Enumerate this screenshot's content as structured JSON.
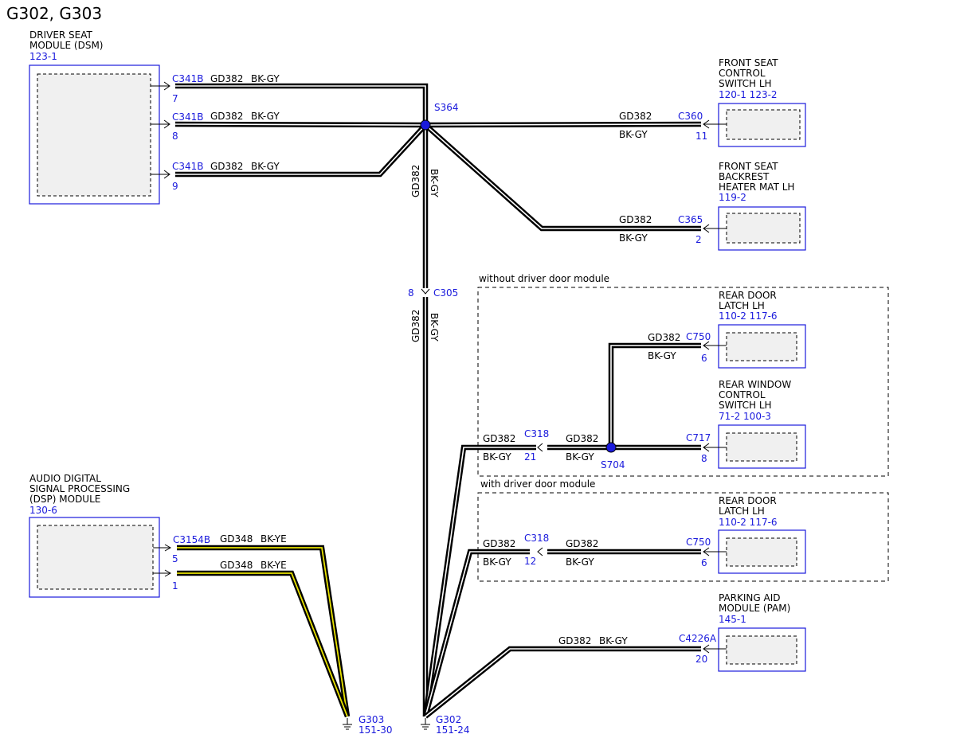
{
  "title": "G302, G303",
  "modules": {
    "dsm": {
      "lines": [
        "DRIVER SEAT",
        "MODULE (DSM)"
      ],
      "ref": "123-1"
    },
    "fscs": {
      "lines": [
        "FRONT SEAT",
        "CONTROL",
        "SWITCH LH"
      ],
      "ref": "120-1 123-2"
    },
    "fsbh": {
      "lines": [
        "FRONT SEAT",
        "BACKREST",
        "HEATER MAT LH"
      ],
      "ref": "119-2"
    },
    "rdl1": {
      "lines": [
        "REAR DOOR",
        "LATCH LH"
      ],
      "ref": "110-2 117-6"
    },
    "rwcs": {
      "lines": [
        "REAR WINDOW",
        "CONTROL",
        "SWITCH LH"
      ],
      "ref": "71-2   100-3"
    },
    "rdl2": {
      "lines": [
        "REAR DOOR",
        "LATCH LH"
      ],
      "ref": "110-2 117-6"
    },
    "pam": {
      "lines": [
        "PARKING AID",
        "MODULE (PAM)"
      ],
      "ref": "145-1"
    },
    "dsp": {
      "lines": [
        "AUDIO DIGITAL",
        "SIGNAL PROCESSING",
        "(DSP) MODULE"
      ],
      "ref": "130-6"
    }
  },
  "groups": {
    "without": "without driver door module",
    "with": "with driver door module"
  },
  "connectors": {
    "c341b": "C341B",
    "c360": "C360",
    "c365": "C365",
    "c305": "C305",
    "c750": "C750",
    "c717": "C717",
    "c318": "C318",
    "c4226a": "C4226A",
    "c3154b": "C3154B"
  },
  "pins": {
    "dsm_7": "7",
    "dsm_8": "8",
    "dsm_9": "9",
    "c360_11": "11",
    "c365_2": "2",
    "c305_8": "8",
    "c750_6": "6",
    "c717_8": "8",
    "c318_21": "21",
    "c318_12": "12",
    "c750b_6": "6",
    "c4226a_20": "20",
    "dsp_5": "5",
    "dsp_1": "1"
  },
  "splices": {
    "s364": "S364",
    "s704": "S704"
  },
  "circuits": {
    "gd382": "GD382",
    "gd348": "GD348"
  },
  "colors_code": {
    "bkgy": "BK-GY",
    "bkye": "BK-YE"
  },
  "grounds": {
    "g303": {
      "name": "G303",
      "ref": "151-30"
    },
    "g302": {
      "name": "G302",
      "ref": "151-24"
    }
  },
  "colors": {
    "wire": "#000000",
    "stripe_gray": "#ffffff",
    "stripe_yellow": "#e8e200",
    "label_blue": "#1a1adc",
    "splice": "#1a1adc"
  }
}
